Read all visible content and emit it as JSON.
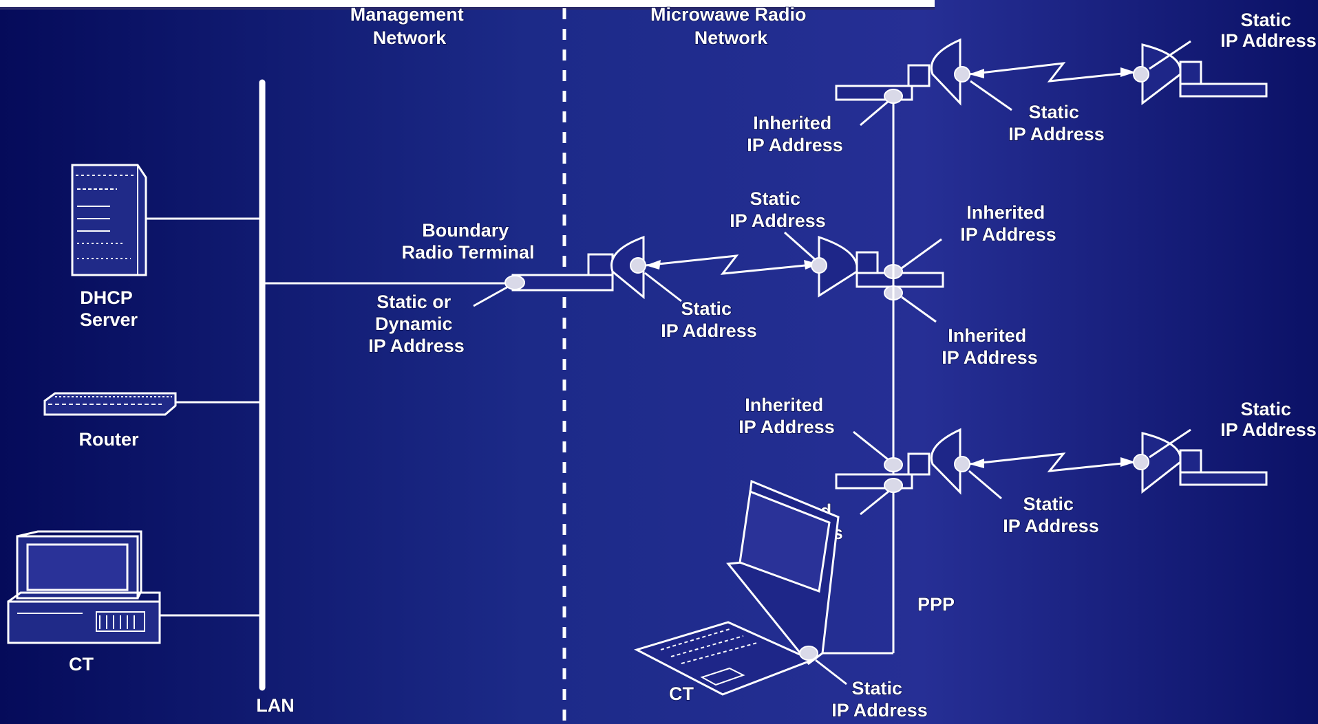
{
  "zones": {
    "management": [
      "Management",
      "Network"
    ],
    "microwave": [
      "Microwawe Radio",
      "Network"
    ]
  },
  "devices": {
    "dhcp": [
      "DHCP",
      "Server"
    ],
    "router": "Router",
    "ct_left": "CT",
    "lan": "LAN",
    "boundary": [
      "Boundary",
      "Radio Terminal"
    ],
    "ct_laptop": "CT",
    "ppp": "PPP"
  },
  "addresses": {
    "static_or_dynamic": [
      "Static or",
      "Dynamic",
      "IP Address"
    ],
    "static": [
      "Static",
      "IP Address"
    ],
    "inherited": [
      "Inherited",
      "IP Address"
    ]
  },
  "colors": {
    "background": "#1c2a88",
    "lines": "#ffffff"
  }
}
